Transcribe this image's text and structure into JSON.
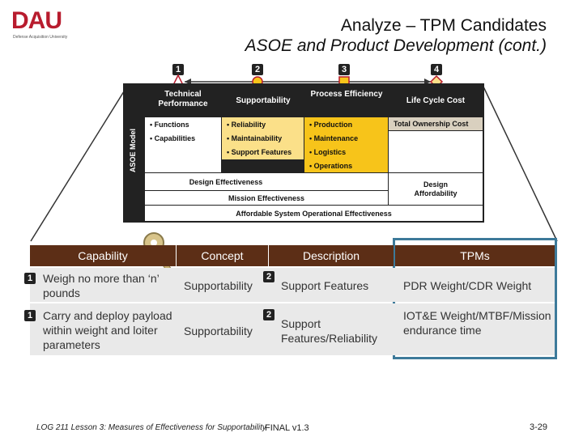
{
  "logo": {
    "text": "DAU",
    "subtext": "Defense Acquisition University"
  },
  "title": {
    "line1": "Analyze – TPM Candidates",
    "line2": "ASOE and Product Development (cont.)"
  },
  "markers": [
    "1",
    "2",
    "3",
    "4"
  ],
  "asoe": {
    "side_label": "ASOE Model",
    "headers": [
      "Technical Performance",
      "Supportability",
      "Process Efficiency",
      "Life Cycle Cost"
    ],
    "col1": [
      "• Functions",
      "• Capabilities"
    ],
    "col2": [
      "• Reliability",
      "• Maintainability",
      "• Support Features"
    ],
    "col3": [
      "• Production",
      "• Maintenance",
      "• Logistics",
      "• Operations"
    ],
    "col4": [
      "Total Ownership Cost"
    ],
    "design_effectiveness": "Design Effectiveness",
    "design_affordability": "Design Affordability",
    "mission_effectiveness": "Mission Effectiveness",
    "ase": "Affordable System Operational Effectiveness",
    "colors": {
      "yellow": "#f7c41a",
      "light_yellow": "#fbe089",
      "dark": "#222222",
      "tan": "#d9d0bf"
    }
  },
  "table": {
    "headers": [
      "Capability",
      "Concept",
      "Description",
      "TPMs"
    ],
    "rows": [
      {
        "badge": "1",
        "capability": "Weigh no more than ‘n’ pounds",
        "concept": "Supportability",
        "badge2": "2",
        "description": "Support Features",
        "tpms": "PDR Weight/CDR Weight"
      },
      {
        "badge": "1",
        "capability": "Carry and deploy payload within weight and loiter parameters",
        "concept": "Supportability",
        "badge2": "2",
        "description": "Support Features/Reliability",
        "tpms": "IOT&E Weight/MTBF/Mission endurance time"
      }
    ],
    "colors": {
      "header": "#5c2e16",
      "row": "#e9e9e9",
      "highlight_border": "#3d7a9a"
    }
  },
  "icons": [
    "key-icon"
  ],
  "footer": {
    "left": "LOG 211 Lesson 3: Measures of Effectiveness for Supportability",
    "center": "FINAL v1.3",
    "right": "3-29"
  }
}
